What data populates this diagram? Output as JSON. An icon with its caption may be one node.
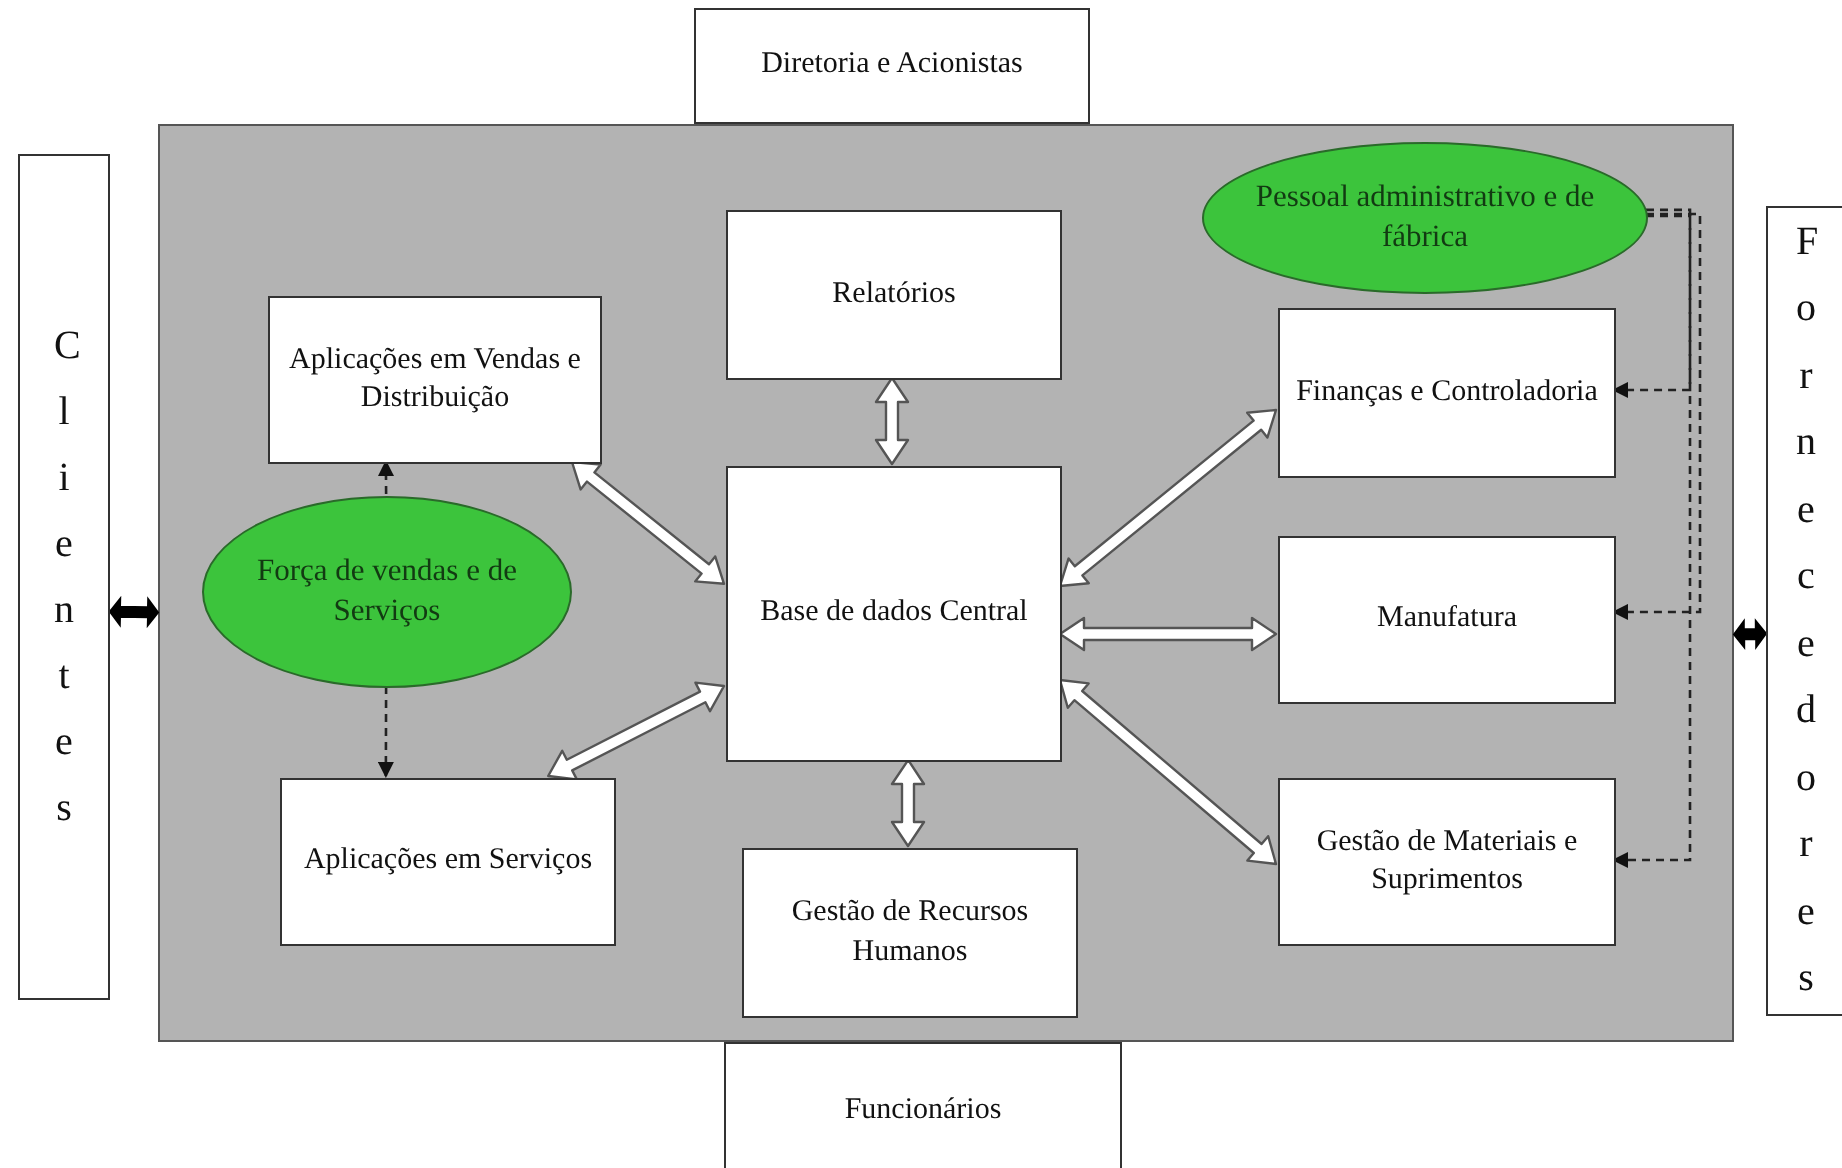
{
  "diagram": {
    "nodes": [
      {
        "text": [
          "Diretoria e Acionistas"
        ]
      },
      {
        "text": [],
        "shape": "box"
      },
      {
        "text": [
          "Clientes"
        ]
      },
      {
        "text": [
          "Relatórios"
        ],
        "in": 1
      },
      {
        "text": [
          "Pessoal administrativo e de fábrica"
        ],
        "in": 1
      },
      {
        "text": [
          "Aplicações em Vendas e Distribuição"
        ],
        "in": 1
      },
      {
        "text": [
          "Finanças e Controladoria"
        ],
        "in": 1
      },
      {
        "text": [
          "Força de vendas e de Serviços"
        ],
        "in": 1
      },
      {
        "text": [
          "Base de dados Central"
        ],
        "in": 1
      },
      {
        "text": [
          "Manufatura"
        ],
        "in": 1
      },
      {
        "text": [
          "Fornecedores"
        ]
      },
      {
        "text": [
          "Aplicações em Serviços"
        ],
        "in": 1
      },
      {
        "text": [
          "Gestão de Materiais e Suprimentos"
        ],
        "in": 1
      },
      {
        "text": [
          "Gestão de Recursos Humanos"
        ],
        "in": 1
      },
      {
        "text": [
          "Funcionários"
        ]
      }
    ],
    "edges": [
      {
        "from": 2,
        "to": 1,
        "arrow": "both",
        "style": "thick"
      },
      {
        "from": 1,
        "to": 10,
        "arrow": "both",
        "style": "thick"
      },
      {
        "from": 7,
        "to": 5,
        "arrow": "to",
        "style": "dashed"
      },
      {
        "from": 7,
        "to": 11,
        "arrow": "to",
        "style": "dashed"
      },
      {
        "from": 5,
        "to": 8,
        "arrow": "both"
      },
      {
        "from": 11,
        "to": 8,
        "arrow": "both"
      },
      {
        "from": 3,
        "to": 8,
        "arrow": "both"
      },
      {
        "from": 8,
        "to": 13,
        "arrow": "both"
      },
      {
        "from": 8,
        "to": 6,
        "arrow": "both"
      },
      {
        "from": 8,
        "to": 9,
        "arrow": "both"
      },
      {
        "from": 8,
        "to": 12,
        "arrow": "both"
      },
      {
        "from": 4,
        "to": 6,
        "arrow": "to",
        "style": "dashed"
      },
      {
        "from": 4,
        "to": 9,
        "arrow": "to",
        "style": "dashed"
      },
      {
        "from": 4,
        "to": 12,
        "arrow": "to",
        "style": "dashed"
      }
    ]
  }
}
